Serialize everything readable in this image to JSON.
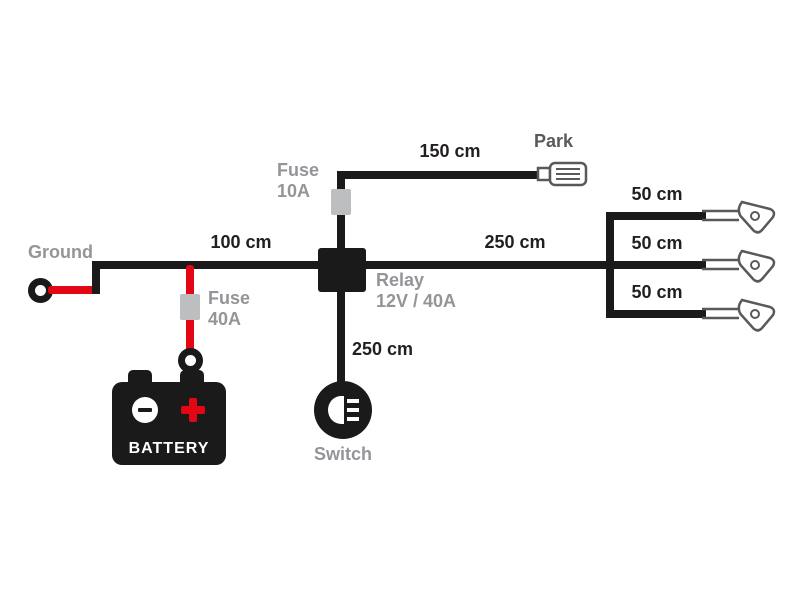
{
  "colors": {
    "wire": "#1a1a1a",
    "accent_red": "#e30613",
    "label_gray": "#939598",
    "label_dark": "#58595b",
    "fuse_gray": "#bcbec0",
    "background": "#ffffff"
  },
  "labels": {
    "ground": "Ground",
    "fuse_battery": {
      "line1": "Fuse",
      "line2": "40A"
    },
    "fuse_relay": {
      "line1": "Fuse",
      "line2": "10A"
    },
    "relay": {
      "line1": "Relay",
      "line2": "12V / 40A"
    },
    "park": "Park",
    "switch": "Switch",
    "battery": "BATTERY"
  },
  "measurements": {
    "ground_to_relay": "100 cm",
    "relay_to_park": "150 cm",
    "relay_to_lights": "250 cm",
    "relay_to_switch": "250 cm",
    "branches": [
      "50 cm",
      "50 cm",
      "50 cm"
    ]
  }
}
